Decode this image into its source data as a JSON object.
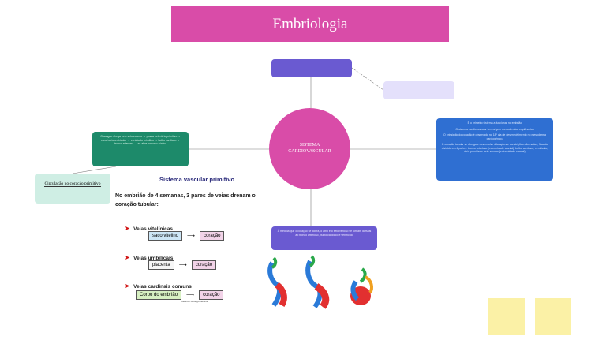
{
  "title": "Embriologia",
  "center": {
    "line1": "SISTEMA",
    "line2": "CARDIOVASCULAR"
  },
  "top_node": "",
  "side_node": "",
  "green_node": "O sangue chega pelo seio venoso → passa pelo átrio primitivo → canal atrioventricular → ventrículo primitivo → bulbo cardíaco → tronco arterioso → se abre no saco aórtico",
  "mint_node": "Circulação no coração primitivo",
  "blue_node": {
    "p1": "É o primeiro sistema a funcionar no embrião",
    "p2": "O sistema cardiovascular tem origem mesodérmica esplâncnica",
    "p3": "O primórdio do coração é observado no 18º dia de desenvolvimento no mesoderma cardiogênico.",
    "p4": "O coração tubular se alonga e desenvolve dilatações e constrições alternadas, ficando dividido em 4 partes: tronco arterioso (extremidade cranial), bulbo cardíaco, ventrículo, átrio primitivo e seio venoso (extremidade caudal)"
  },
  "purple_bottom": "À medida que o coração se dobra, o átrio e o seio venoso se tornam dorsais ao tronco arterioso, bulbo cardíaco e ventrículo",
  "figure": {
    "title": "Sistema vascular primitivo",
    "intro": "No embrião de 4 semanas, 3 pares de veias drenam o coração tubular:",
    "items": [
      {
        "label": "Veias vitelínicas",
        "from": "saco vitelino",
        "to": "coração"
      },
      {
        "label": "Veias umbilicais",
        "from": "placenta",
        "to": "coração"
      },
      {
        "label": "Veias cardinais comuns",
        "from": "Corpo do embrião",
        "to": "coração"
      }
    ],
    "credit": "Wellinton Rodrigo Beninie"
  },
  "sticky_notes": [
    "",
    ""
  ]
}
